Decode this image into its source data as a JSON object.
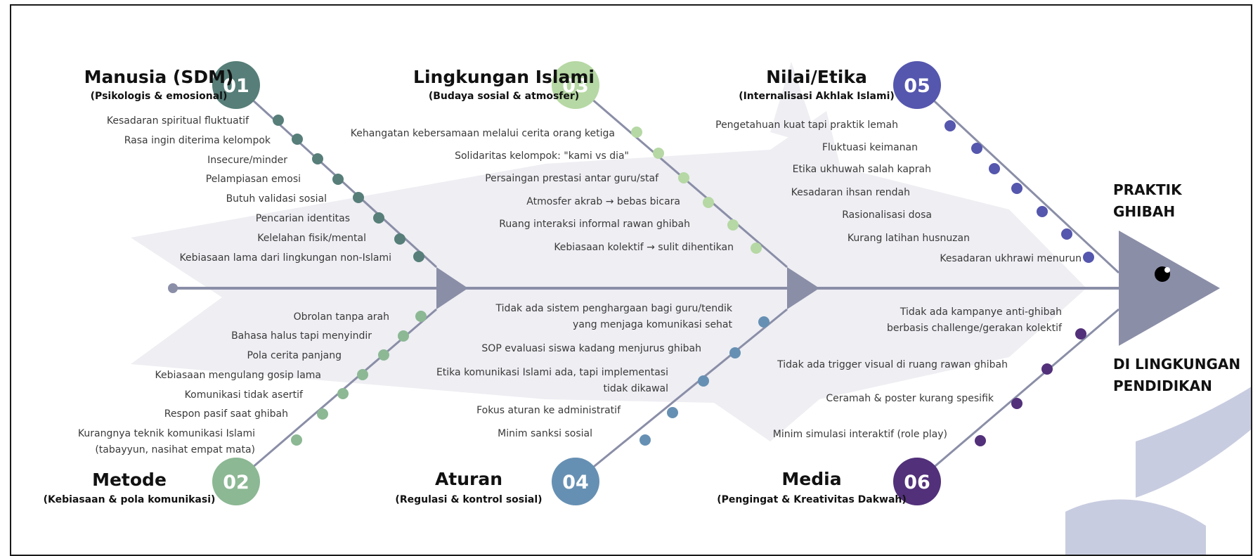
{
  "effect": {
    "line1": "PRAKTIK",
    "line2": "GHIBAH",
    "line3": "DI LINGKUNGAN",
    "line4": "PENDIDIKAN"
  },
  "categories": [
    {
      "number": "01",
      "title": "Manusia (SDM)",
      "subtitle": "(Psikologis & emosional)",
      "color": "#577e79",
      "causes": [
        "Kesadaran spiritual fluktuatif",
        "Rasa ingin diterima kelompok",
        "Insecure/minder",
        "Pelampiasan emosi",
        "Butuh validasi sosial",
        "Pencarian identitas",
        "Kelelahan fisik/mental",
        "Kebiasaan lama dari lingkungan non-Islami"
      ]
    },
    {
      "number": "02",
      "title": "Metode",
      "subtitle": "(Kebiasaan & pola komunikasi)",
      "color": "#8cb894",
      "causes": [
        "Obrolan tanpa arah",
        "Bahasa halus tapi menyindir",
        "Pola cerita panjang",
        "Kebiasaan mengulang gosip lama",
        "Komunikasi tidak asertif",
        "Respon pasif saat ghibah",
        "Kurangnya teknik komunikasi Islami|(tabayyun, nasihat empat mata)"
      ]
    },
    {
      "number": "03",
      "title": "Lingkungan Islami",
      "subtitle": "(Budaya sosial & atmosfer)",
      "color": "#b6d8a4",
      "causes": [
        "Kehangatan kebersamaan melalui cerita orang ketiga",
        "Solidaritas kelompok: \"kami vs dia\"",
        "Persaingan prestasi antar guru/staf",
        "Atmosfer akrab → bebas bicara",
        "Ruang interaksi informal rawan ghibah",
        "Kebiasaan kolektif → sulit dihentikan"
      ]
    },
    {
      "number": "04",
      "title": "Aturan",
      "subtitle": "(Regulasi & kontrol sosial)",
      "color": "#6690b3",
      "causes": [
        "Tidak ada sistem penghargaan bagi guru/tendik|yang menjaga komunikasi sehat",
        "SOP evaluasi siswa kadang menjurus ghibah",
        "Etika komunikasi Islami ada, tapi implementasi|tidak dikawal",
        "Fokus aturan ke administratif",
        "Minim sanksi sosial"
      ]
    },
    {
      "number": "05",
      "title": "Nilai/Etika",
      "subtitle": "(Internalisasi Akhlak Islami)",
      "color": "#5556ad",
      "causes": [
        "Pengetahuan kuat tapi praktik lemah",
        "Fluktuasi keimanan",
        "Etika ukhuwah salah kaprah",
        "Kesadaran ihsan rendah",
        "Rasionalisasi dosa",
        "Kurang latihan husnuzan",
        "Kesadaran ukhrawi menurun"
      ]
    },
    {
      "number": "06",
      "title": "Media",
      "subtitle": "(Pengingat & Kreativitas Dakwah)",
      "color": "#52307a",
      "causes": [
        "Tidak ada kampanye anti-ghibah|berbasis challenge/gerakan kolektif",
        "Tidak ada trigger visual di ruang rawan ghibah",
        "Ceramah & poster kurang spesifik",
        "Minim simulasi interaktif (role play)"
      ]
    }
  ],
  "colors": {
    "spine": "#8a8ea7",
    "head": "#8a8ea7",
    "watermark": "#eeeef3",
    "text": "#3a3a3a",
    "title": "#111111"
  }
}
